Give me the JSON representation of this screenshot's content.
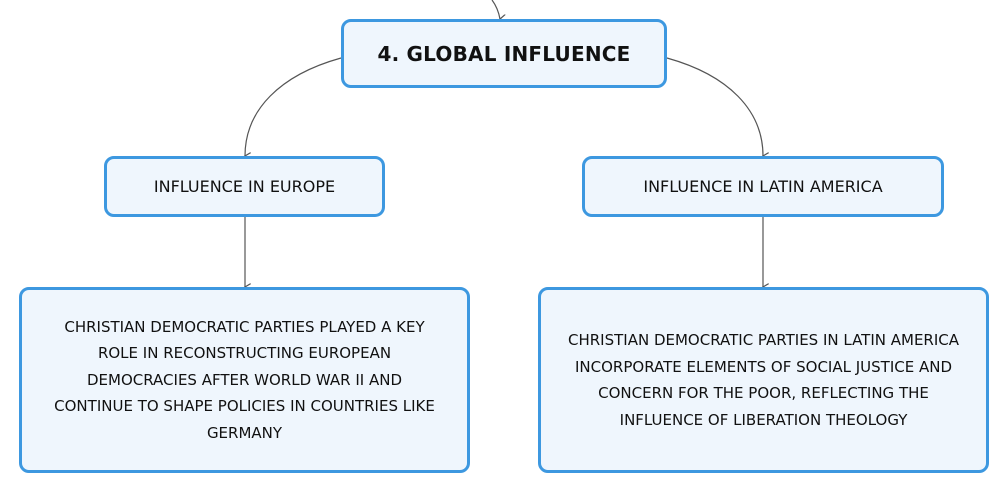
{
  "root": {
    "title": "4. GLOBAL INFLUENCE"
  },
  "branches": [
    {
      "title": "INFLUENCE IN EUROPE",
      "detail_lines": [
        "CHRISTIAN DEMOCRATIC PARTIES PLAYED A KEY",
        "ROLE IN RECONSTRUCTING EUROPEAN",
        "DEMOCRACIES AFTER WORLD WAR II AND",
        "CONTINUE TO SHAPE POLICIES IN COUNTRIES LIKE",
        "GERMANY"
      ]
    },
    {
      "title": "INFLUENCE IN LATIN AMERICA",
      "detail_lines": [
        "CHRISTIAN DEMOCRATIC PARTIES IN LATIN AMERICA",
        "INCORPORATE ELEMENTS OF SOCIAL JUSTICE AND",
        "CONCERN FOR THE POOR, REFLECTING THE",
        "INFLUENCE OF LIBERATION THEOLOGY"
      ]
    }
  ],
  "colors": {
    "border": "#3d98e0",
    "fill": "#eff6fd",
    "connector": "#555555"
  }
}
